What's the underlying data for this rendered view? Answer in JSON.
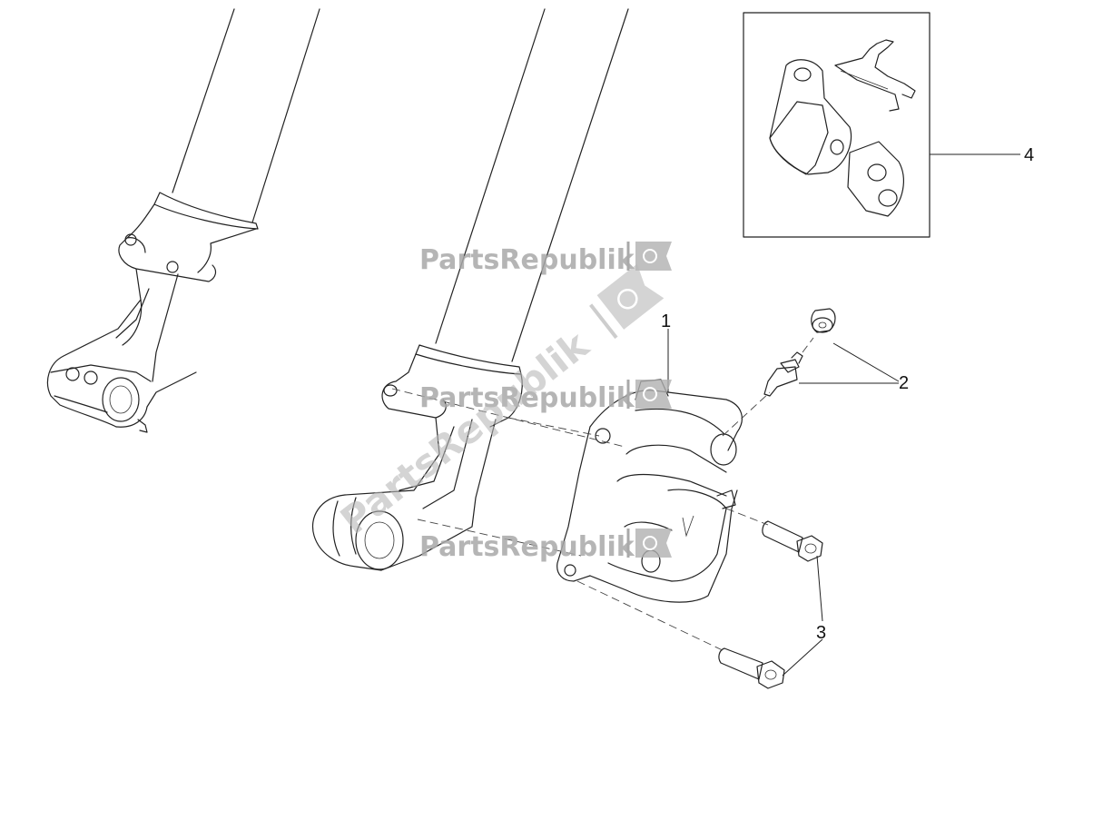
{
  "watermarks": [
    "PartsRepublik",
    "PartsRepublik",
    "PartsRepublik",
    "PartsRepublik"
  ],
  "callouts": [
    "1",
    "2",
    "3",
    "4"
  ]
}
